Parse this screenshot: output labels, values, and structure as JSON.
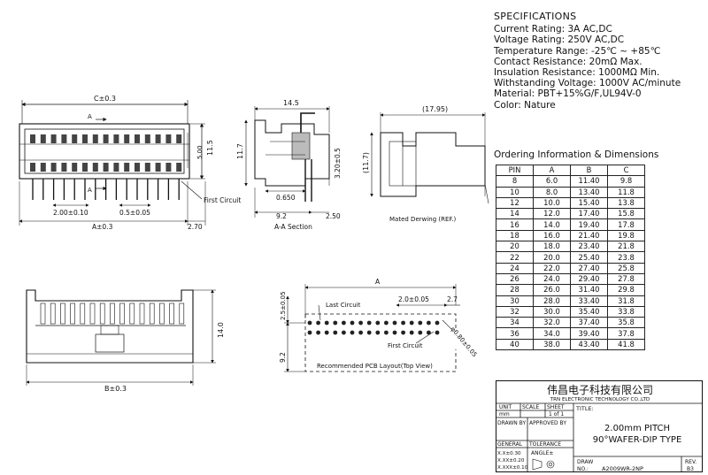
{
  "specifications": {
    "heading": "SPECIFICATIONS",
    "lines": [
      "Current Rating:  3A AC,DC",
      "Voltage Rating:  250V AC,DC",
      "Temperature Range:  -25℃ ~ +85℃",
      "Contact Resistance:  20mΩ Max.",
      "Insulation Resistance:  1000MΩ Min.",
      "Withstanding Voltage:  1000V AC/minute",
      "Material:  PBT+15%G/F,UL94V-0",
      "Color: Nature"
    ]
  },
  "ordering": {
    "title": "Ordering Information & Dimensions",
    "headers": [
      "PIN",
      "A",
      "B",
      "C"
    ],
    "rows": [
      [
        "8",
        "6.0",
        "11.40",
        "9.8"
      ],
      [
        "10",
        "8.0",
        "13.40",
        "11.8"
      ],
      [
        "12",
        "10.0",
        "15.40",
        "13.8"
      ],
      [
        "14",
        "12.0",
        "17.40",
        "15.8"
      ],
      [
        "16",
        "14.0",
        "19.40",
        "17.8"
      ],
      [
        "18",
        "16.0",
        "21.40",
        "19.8"
      ],
      [
        "20",
        "18.0",
        "23.40",
        "21.8"
      ],
      [
        "22",
        "20.0",
        "25.40",
        "23.8"
      ],
      [
        "24",
        "22.0",
        "27.40",
        "25.8"
      ],
      [
        "26",
        "24.0",
        "29.40",
        "27.8"
      ],
      [
        "28",
        "26.0",
        "31.40",
        "29.8"
      ],
      [
        "30",
        "28.0",
        "33.40",
        "31.8"
      ],
      [
        "32",
        "30.0",
        "35.40",
        "33.8"
      ],
      [
        "34",
        "32.0",
        "37.40",
        "35.8"
      ],
      [
        "36",
        "34.0",
        "39.40",
        "37.8"
      ],
      [
        "40",
        "38.0",
        "43.40",
        "41.8"
      ]
    ]
  },
  "front_view": {
    "dim_c": "C±0.3",
    "section_mark": "A",
    "dim_height": "11.5",
    "dim_5": "5.00",
    "first_circuit": "First Circuit",
    "dim_pitch": "2.00±0.10",
    "dim_pin": "0.5±0.05",
    "dim_a": "A±0.3",
    "dim_offset": "2.70"
  },
  "section_view": {
    "dim_width": "14.5",
    "dim_height": "11.7",
    "dim_320": "3.20±0.5",
    "dim_0650": "0.650",
    "dim_92": "9.2",
    "dim_250": "2.50",
    "label": "A-A Section"
  },
  "mated_view": {
    "dim_width": "(17.95)",
    "dim_height": "(11.7)",
    "label": "Mated Derwing (REF.)"
  },
  "bottom_view": {
    "dim_height": "14.0",
    "dim_b": "B±0.3"
  },
  "pcb_layout": {
    "dim_a": "A",
    "dim_pitch": "2.0±0.05",
    "dim_27": "2.7",
    "dim_25": "2.5±0.05",
    "dim_hole": "φ0.80±0.05",
    "dim_92": "9.2",
    "last_circuit": "Last Circuit",
    "first_circuit": "First Circuit",
    "label": "Recommended PCB Layout(Top View)"
  },
  "title_block": {
    "company_cn": "伟昌电子科技有限公司",
    "company_en": "TRN ELECTRONIC TECHNOLOGY CO.,LTD",
    "unit_label": "UNIT",
    "unit_value": "mm",
    "scale_label": "SCALE",
    "sheet_label": "SHEET",
    "sheet_value": "1 of 1",
    "title_label": "TITLE:",
    "drawn_by": "DRAWN BY",
    "approved_by": "APPROVED BY",
    "title_line1": "2.00mm PITCH",
    "title_line2": "90°WAFER-DIP TYPE",
    "general": "GENERAL",
    "tolerance": "TOLERANCE",
    "tol1": "X.X±0.30",
    "tol2": "X.XX±0.20",
    "tol3": "X.XXX±0.10",
    "angle": "ANGLE±",
    "draw_label": "DRAW",
    "no_label": "NO.:",
    "draw_no": "A2009WR-2NP",
    "rev_label": "REV.",
    "rev_value": "B3"
  }
}
